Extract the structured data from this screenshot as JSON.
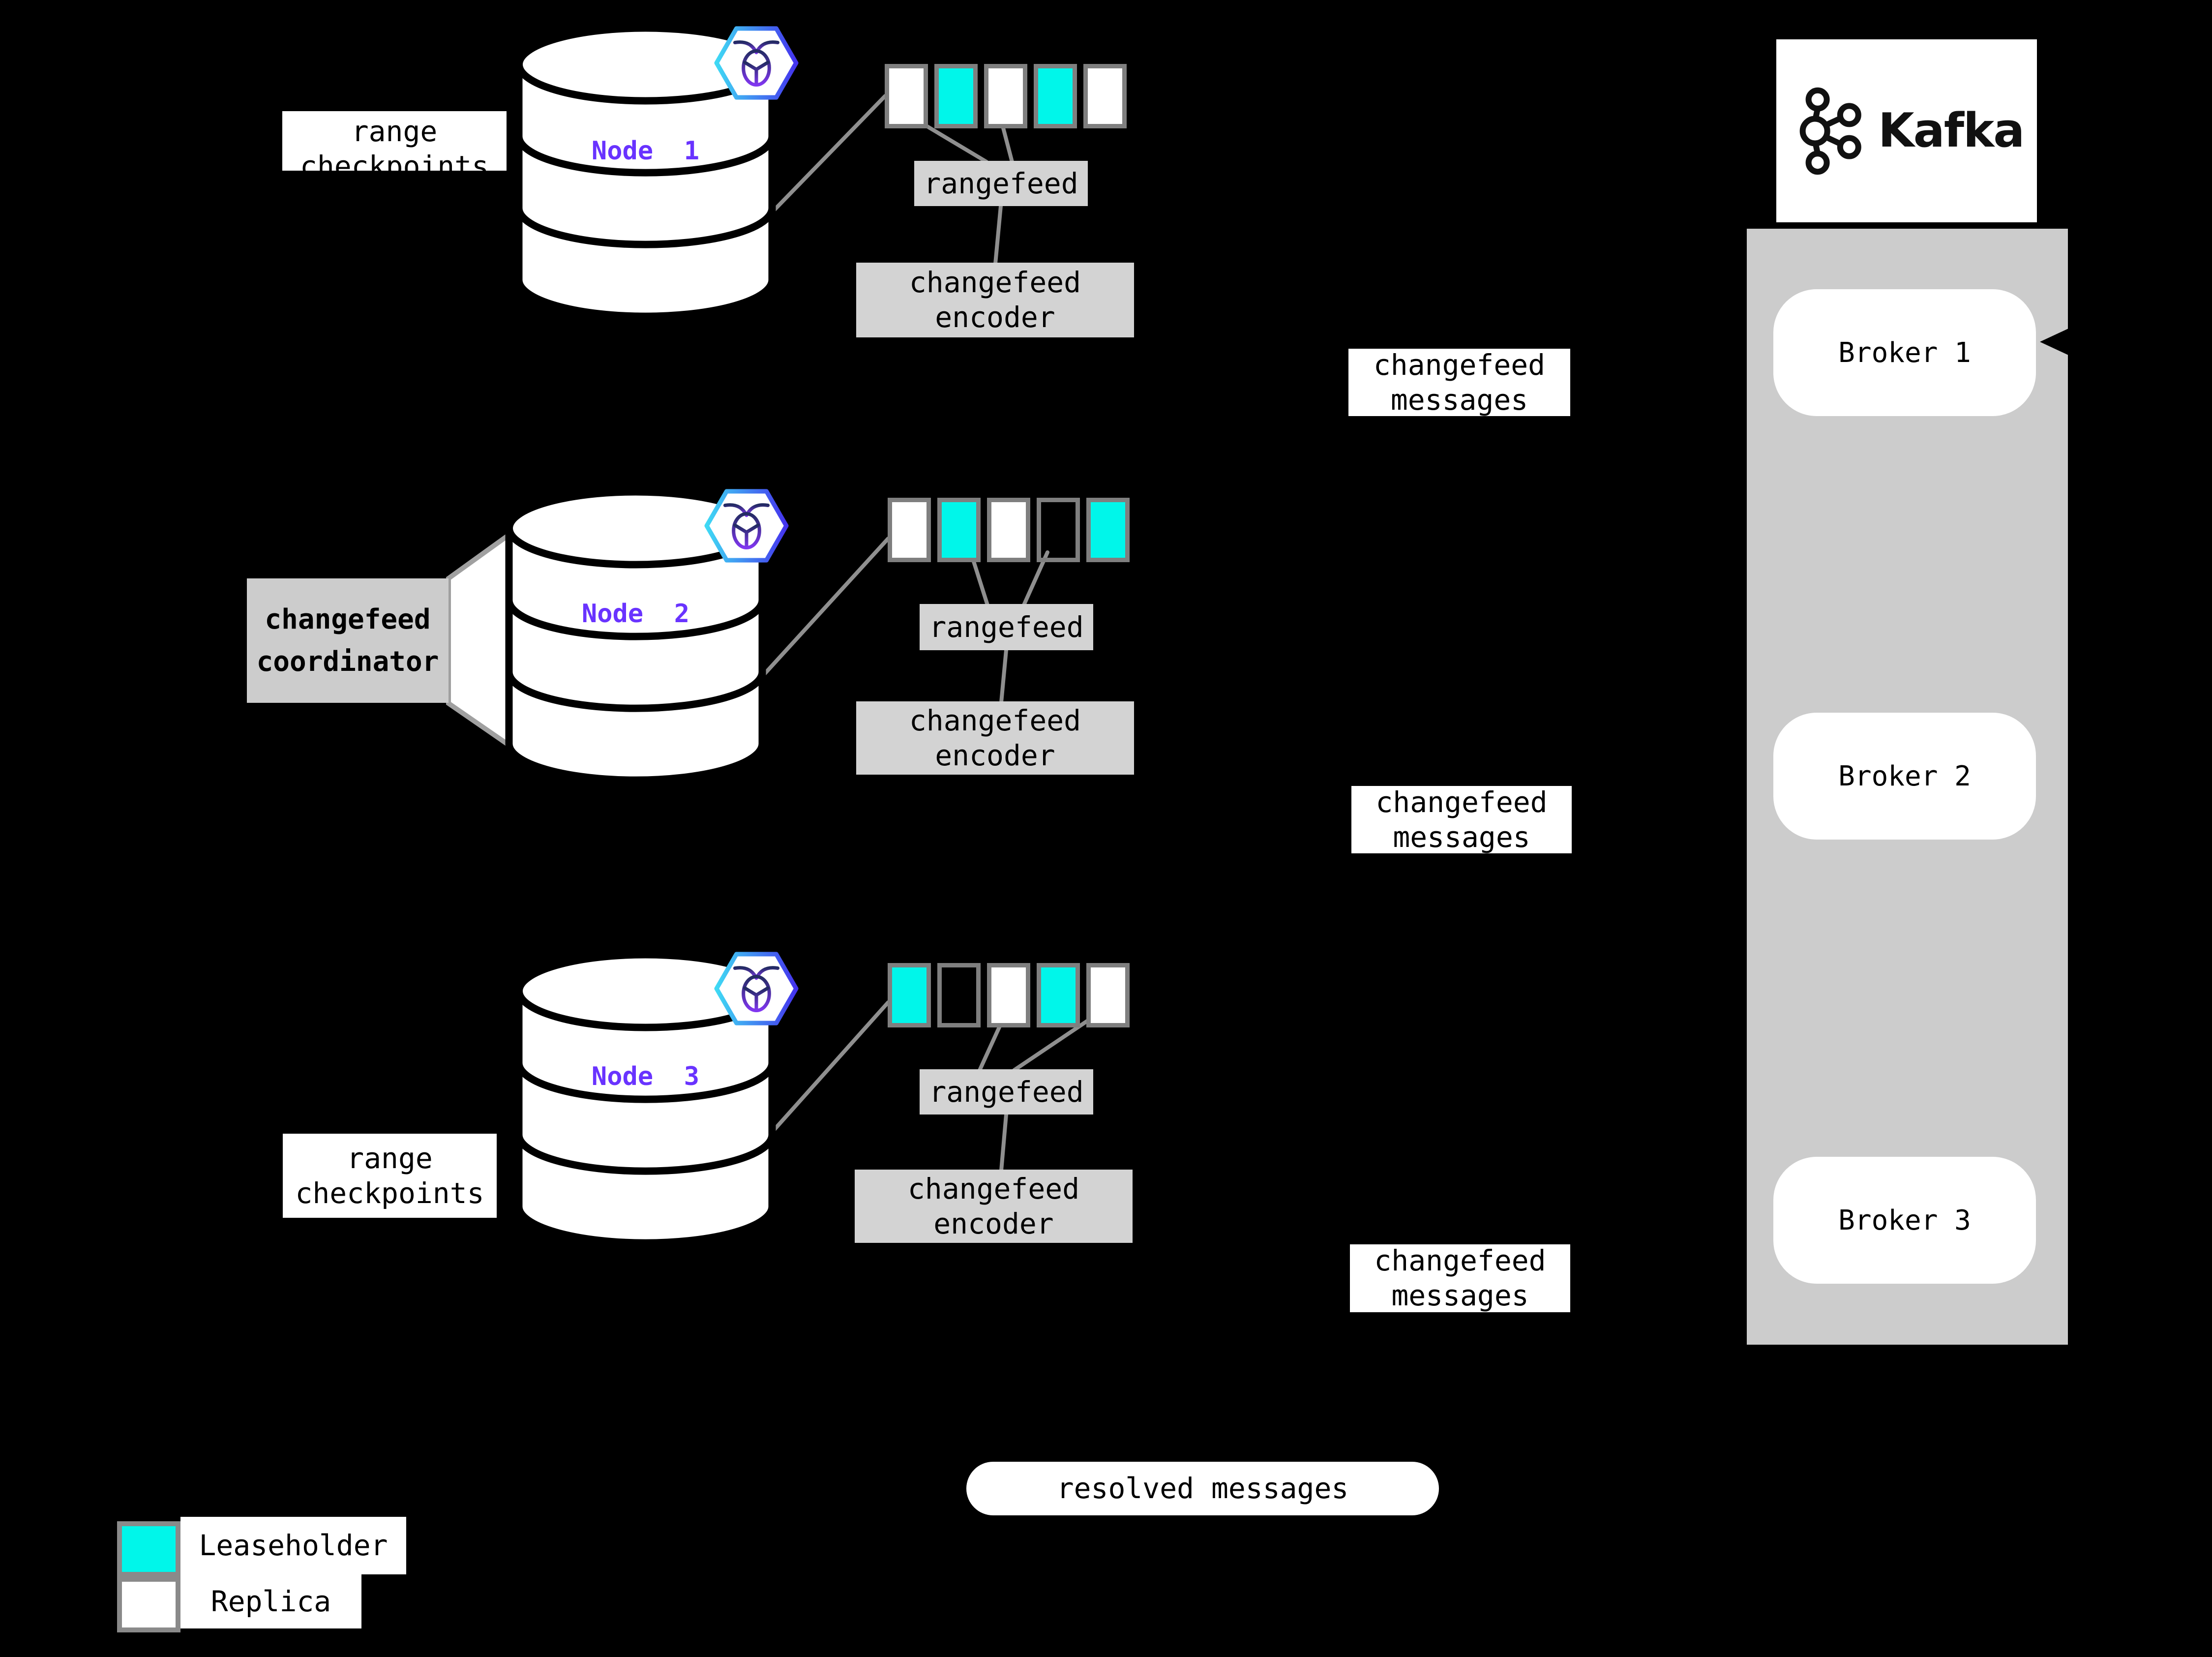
{
  "palette": {
    "background": "#000000",
    "leaseholder_cyan": "#00F6EA",
    "node_purple": "#6933FF",
    "box_gray": "#D3D3D3",
    "container_gray": "#CCCCCC",
    "connector_gray": "#8F8F8F",
    "square_border_gray": "#7F7F7F"
  },
  "labels": {
    "range_checkpoints": "range\ncheckpoints",
    "rangefeed": "rangefeed",
    "changefeed_encoder": "changefeed\nencoder",
    "changefeed_messages": "changefeed\nmessages",
    "changefeed_coordinator": "changefeed\ncoordinator",
    "resolved_messages": "resolved messages"
  },
  "nodes": [
    {
      "label": "Node  1",
      "ranges": [
        "replica",
        "leaseholder",
        "replica",
        "leaseholder",
        "replica"
      ]
    },
    {
      "label": "Node  2",
      "ranges": [
        "replica",
        "leaseholder",
        "replica",
        "empty",
        "leaseholder"
      ]
    },
    {
      "label": "Node  3",
      "ranges": [
        "leaseholder",
        "empty",
        "replica",
        "leaseholder",
        "replica"
      ]
    }
  ],
  "kafka": {
    "logo_text": "Kafka",
    "brokers": [
      {
        "label": "Broker 1"
      },
      {
        "label": "Broker 2"
      },
      {
        "label": "Broker 3"
      }
    ]
  },
  "legend": [
    {
      "kind": "leaseholder",
      "label": "Leaseholder"
    },
    {
      "kind": "replica",
      "label": "Replica"
    }
  ]
}
